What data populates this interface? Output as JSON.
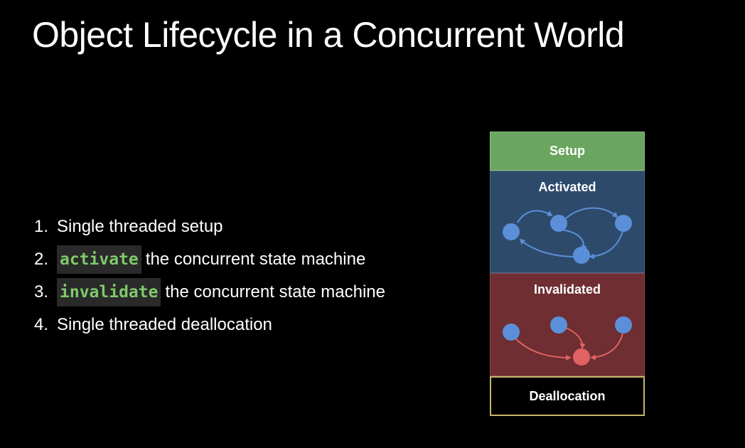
{
  "title": "Object Lifecycle in a Concurrent World",
  "steps": [
    {
      "number": "1.",
      "code": "",
      "text": "Single threaded setup"
    },
    {
      "number": "2.",
      "code": "activate",
      "text": "the concurrent state machine"
    },
    {
      "number": "3.",
      "code": "invalidate",
      "text": "the concurrent state machine"
    },
    {
      "number": "4.",
      "code": "",
      "text": "Single threaded deallocation"
    }
  ],
  "diagram": {
    "setup_label": "Setup",
    "activated_label": "Activated",
    "invalidated_label": "Invalidated",
    "deallocation_label": "Deallocation"
  },
  "colors": {
    "setup": "#6aa65f",
    "activated": "#2e4a6b",
    "invalidated": "#6e2e32",
    "deallocation_border": "#c9b46a",
    "node_blue": "#5b8fd9",
    "node_red": "#e06262",
    "code_text": "#7fc96a"
  }
}
